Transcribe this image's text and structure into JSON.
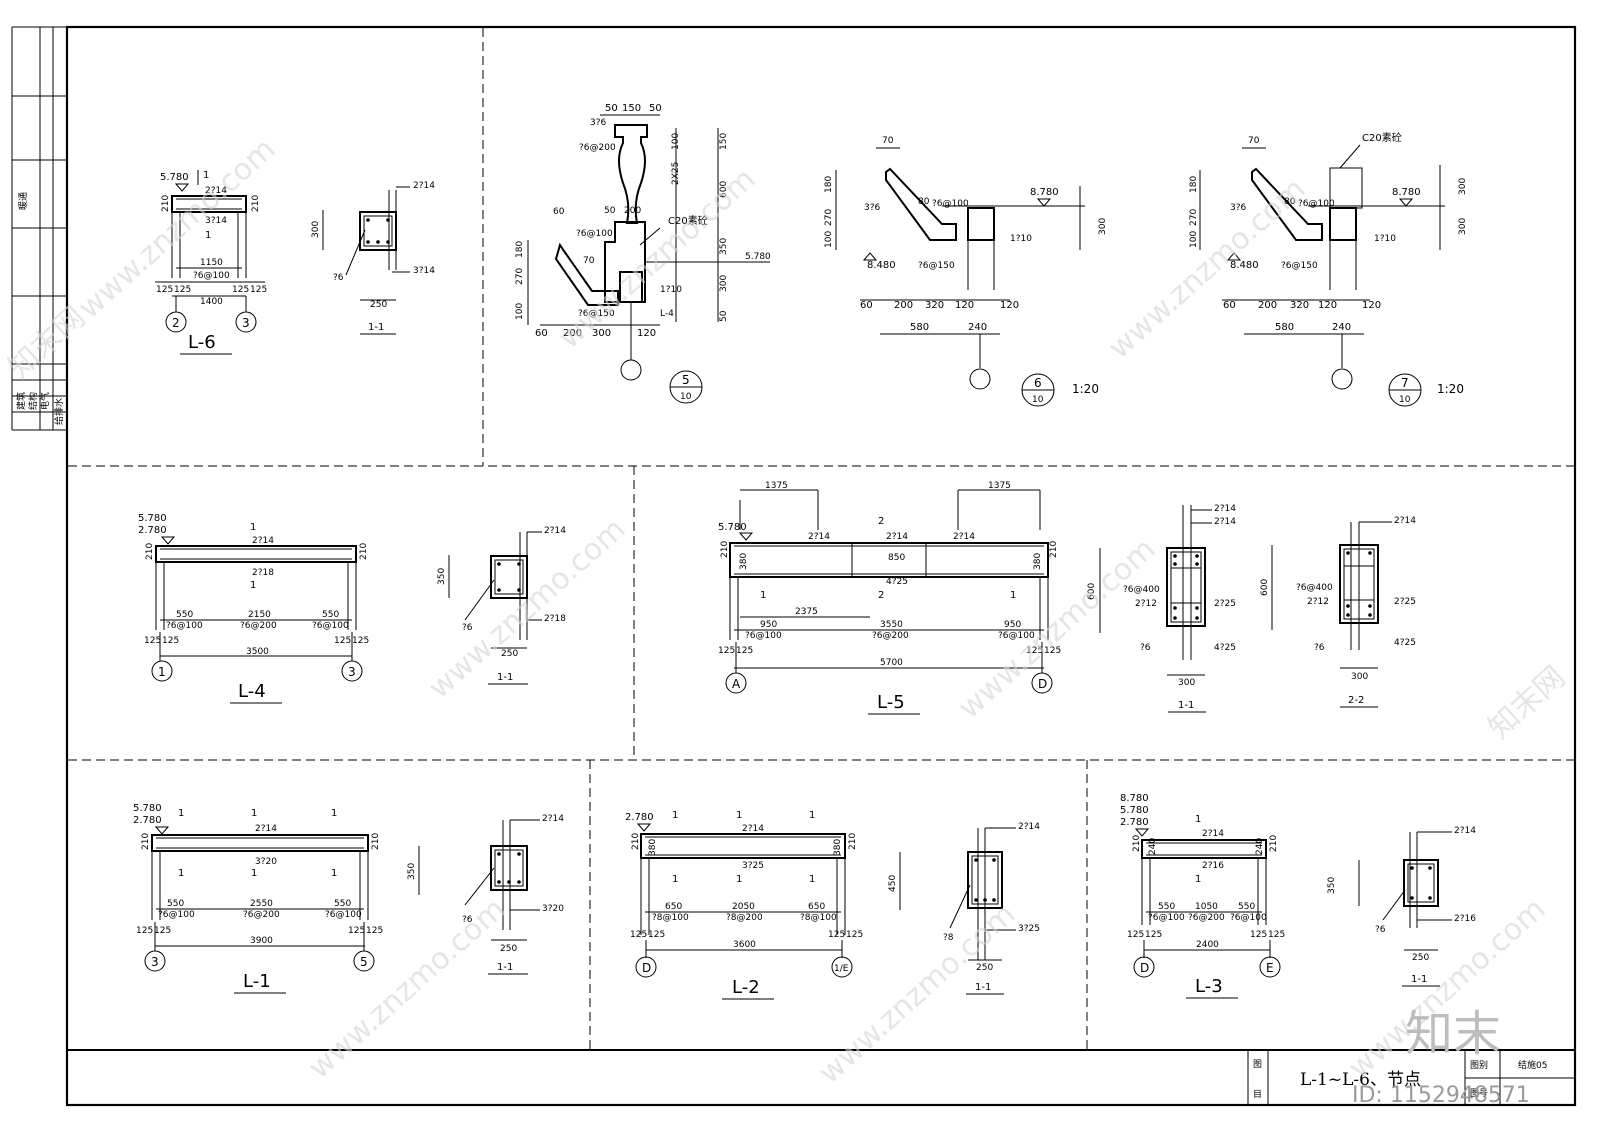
{
  "sidebar": {
    "top_label": "暖通",
    "disciplines": [
      "建筑",
      "结构",
      "电气",
      "给排水"
    ]
  },
  "title_block": {
    "label_tu": "图",
    "label_mu": "目",
    "title": "L-1~L-6、节点",
    "label_tubie": "图别",
    "sheet": "结施05",
    "label_tuhao": "图号"
  },
  "watermark": {
    "site": "www.znzmo.com",
    "brand": "知末网",
    "logo": "知末",
    "id_text": "ID: 1152948571"
  },
  "beams": {
    "L6": {
      "name": "L-6",
      "elevations": [
        "5.780"
      ],
      "top_bar": "2?14",
      "bot_bar": "3?14",
      "stirrup": "?6@100",
      "net_span": "1150",
      "span": "1400",
      "ends": [
        "125",
        "125",
        "125",
        "125"
      ],
      "support_h": [
        "210",
        "210"
      ],
      "axes": [
        "2",
        "3"
      ],
      "cut_mark": "1",
      "section": {
        "name": "1-1",
        "top": "2?14",
        "bot": "3?14",
        "stirrup": "?6",
        "width": "250",
        "height": "300"
      }
    },
    "L4": {
      "name": "L-4",
      "elevations": [
        "5.780",
        "2.780"
      ],
      "top_bar": "2?14",
      "bot_bar": "2?18",
      "seg_left": "550",
      "seg_mid": "2150",
      "seg_right": "550",
      "st_left": "?6@100",
      "st_mid": "?6@200",
      "st_right": "?6@100",
      "span": "3500",
      "ends": [
        "125",
        "125",
        "125",
        "125"
      ],
      "support_h": [
        "210",
        "210"
      ],
      "axes": [
        "1",
        "3"
      ],
      "cut_mark": "1",
      "section": {
        "name": "1-1",
        "top": "2?14",
        "bot": "2?18",
        "stirrup": "?6",
        "width": "250",
        "height": "350"
      }
    },
    "L5": {
      "name": "L-5",
      "elevations": [
        "5.780"
      ],
      "top_bars": [
        "2?14",
        "2?14",
        "2?14"
      ],
      "dim_1375": "1375",
      "dim_2375": "2375",
      "small_dim": "850",
      "small_bar": "4?25",
      "seg_left": "950",
      "seg_mid": "3550",
      "seg_right": "950",
      "st_left": "?6@100",
      "st_mid": "?6@200",
      "st_right": "?6@100",
      "span": "5700",
      "ends": [
        "125",
        "125",
        "125",
        "125"
      ],
      "support_h": [
        "210",
        "210"
      ],
      "haunch": [
        "380",
        "380"
      ],
      "axes": [
        "A",
        "D"
      ],
      "cut_mark_1": "1",
      "cut_mark_2": "2",
      "section_1": {
        "name": "1-1",
        "top1": "2?14",
        "top2": "2?14",
        "mid": "?6@400",
        "side_l": "2?12",
        "side_r": "2?25",
        "bot": "4?25",
        "stirrup": "?6",
        "width": "300",
        "height": "600"
      },
      "section_2": {
        "name": "2-2",
        "top": "2?14",
        "mid": "?6@400",
        "side_l": "2?12",
        "side_r": "2?25",
        "bot": "4?25",
        "stirrup": "?6",
        "width": "300",
        "height": "600"
      }
    },
    "L1": {
      "name": "L-1",
      "elevations": [
        "5.780",
        "2.780"
      ],
      "top_bar": "2?14",
      "bot_bar": "3?20",
      "seg_left": "550",
      "seg_mid": "2550",
      "seg_right": "550",
      "st_left": "?6@100",
      "st_mid": "?6@200",
      "st_right": "?6@100",
      "span": "3900",
      "ends": [
        "125",
        "125",
        "125",
        "125"
      ],
      "support_h": [
        "210",
        "210"
      ],
      "axes": [
        "3",
        "5"
      ],
      "cut_mark": "1",
      "section": {
        "name": "1-1",
        "top": "2?14",
        "bot": "3?20",
        "stirrup": "?6",
        "width": "250",
        "height": "350"
      }
    },
    "L2": {
      "name": "L-2",
      "elevations": [
        "2.780"
      ],
      "top_bar": "2?14",
      "bot_bar": "3?25",
      "seg_left": "650",
      "seg_mid": "2050",
      "seg_right": "650",
      "st_left": "?8@100",
      "st_mid": "?8@200",
      "st_right": "?8@100",
      "span": "3600",
      "ends": [
        "125",
        "125",
        "125",
        "125"
      ],
      "support_h": [
        "210",
        "210"
      ],
      "haunch": [
        "380",
        "380"
      ],
      "axes": [
        "D",
        "1/E"
      ],
      "cut_mark": "1",
      "section": {
        "name": "1-1",
        "top": "2?14",
        "bot": "3?25",
        "stirrup": "?8",
        "width": "250",
        "height": "450"
      }
    },
    "L3": {
      "name": "L-3",
      "elevations": [
        "8.780",
        "5.780",
        "2.780"
      ],
      "top_bar": "2?14",
      "bot_bar": "2?16",
      "seg_left": "550",
      "seg_mid": "1050",
      "seg_right": "550",
      "st_left": "?6@100",
      "st_mid": "?6@200",
      "st_right": "?6@100",
      "span": "2400",
      "ends": [
        "125",
        "125",
        "125",
        "125"
      ],
      "support_h": [
        "210",
        "210"
      ],
      "haunch": [
        "240",
        "240"
      ],
      "axes": [
        "D",
        "E"
      ],
      "cut_mark": "1",
      "section": {
        "name": "1-1",
        "top": "2?14",
        "bot": "2?16",
        "stirrup": "?6",
        "width": "250",
        "height": "350"
      }
    }
  },
  "details": {
    "d5": {
      "num": "5",
      "sheet": "10",
      "top_dims": [
        "50",
        "150",
        "50"
      ],
      "bar_3": "3?6",
      "st_200": "?6@200",
      "rail_dims": [
        "150",
        "100",
        "2X25",
        "600",
        "350",
        "300",
        "50"
      ],
      "small_50": "50",
      "dim_200": "200",
      "conc": "C20素砼",
      "st_100": "?6@100",
      "st_150": "?6@150",
      "bar_10": "1?10",
      "beam_ref": "L-4",
      "level": "5.780",
      "left_dims": [
        "60",
        "180",
        "270",
        "100"
      ],
      "slope": "70",
      "bottom_dims": [
        "60",
        "200",
        "300",
        "120"
      ]
    },
    "d6": {
      "num": "6",
      "sheet": "10",
      "scale": "1:20",
      "top": "70",
      "left_dims": [
        "180",
        "270",
        "100"
      ],
      "bar_3": "3?6",
      "slope": "80",
      "st_100": "?6@100",
      "level_top": "8.780",
      "level_low": "8.480",
      "bar_10": "1?10",
      "st_150": "?6@150",
      "right_dim": "300",
      "bottom_dims": [
        "60",
        "200",
        "320",
        "120",
        "120"
      ],
      "total_dims": [
        "580",
        "240"
      ]
    },
    "d7": {
      "num": "7",
      "sheet": "10",
      "scale": "1:20",
      "top": "70",
      "conc": "C20素砼",
      "left_dims": [
        "180",
        "270",
        "100"
      ],
      "bar_3": "3?6",
      "slope": "80",
      "st_100": "?6@100",
      "level_top": "8.780",
      "level_low": "8.480",
      "bar_10": "1?10",
      "st_150": "?6@150",
      "right_dims": [
        "300",
        "300"
      ],
      "bottom_dims": [
        "60",
        "200",
        "320",
        "120",
        "120"
      ],
      "total_dims": [
        "580",
        "240"
      ]
    }
  }
}
